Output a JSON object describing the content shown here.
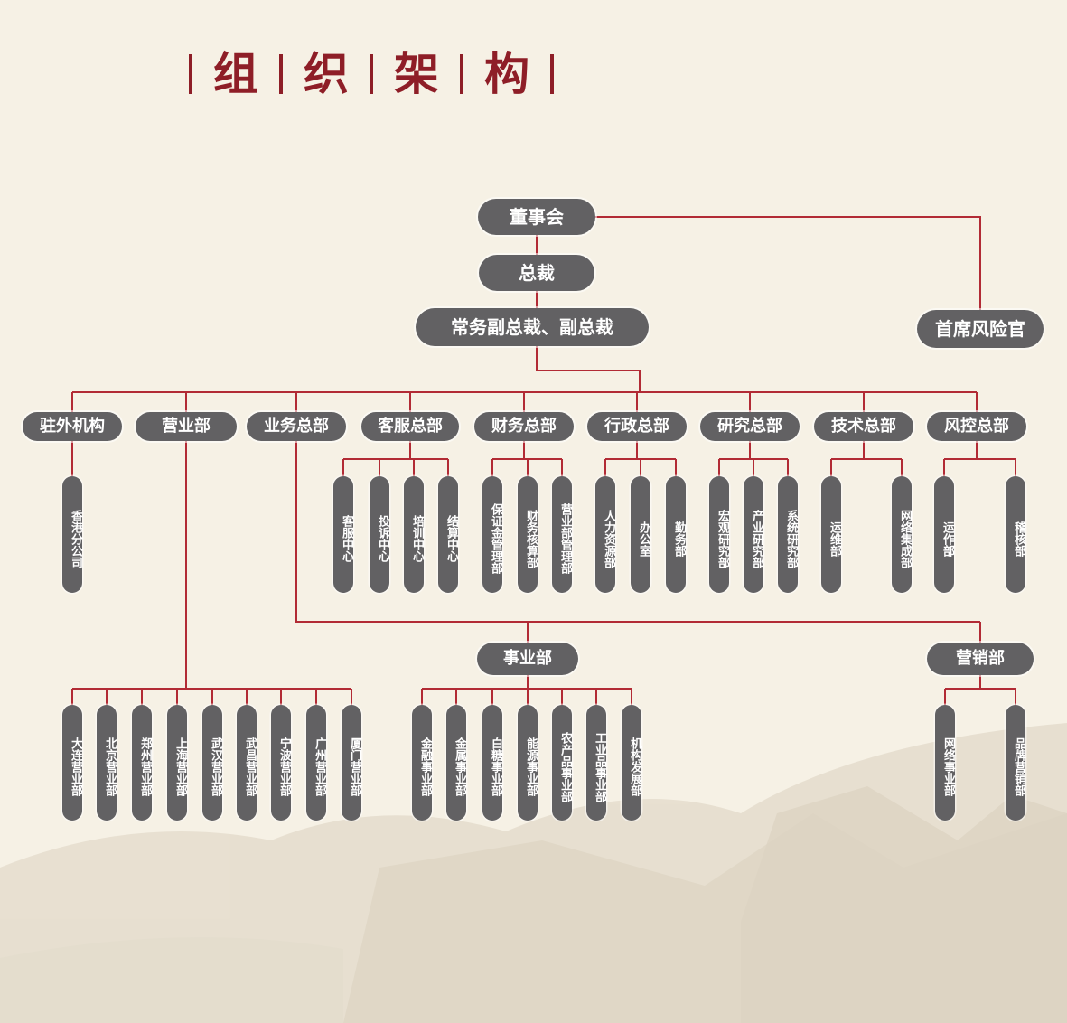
{
  "title": {
    "chars": [
      "组",
      "织",
      "架",
      "构"
    ]
  },
  "top": {
    "board": "董事会",
    "president": "总裁",
    "vp": "常务副总裁、副总裁",
    "cro": "首席风险官"
  },
  "hq": [
    {
      "name": "驻外机构",
      "children": [
        "香港分公司"
      ]
    },
    {
      "name": "营业部",
      "children": []
    },
    {
      "name": "业务总部",
      "children": []
    },
    {
      "name": "客服总部",
      "children": [
        "客服中心",
        "投诉中心",
        "培训中心",
        "结算中心"
      ]
    },
    {
      "name": "财务总部",
      "children": [
        "保证金管理部",
        "财务核算部",
        "营业部管理部"
      ]
    },
    {
      "name": "行政总部",
      "children": [
        "人力资源部",
        "办公室",
        "勤务部"
      ]
    },
    {
      "name": "研究总部",
      "children": [
        "宏观研究部",
        "产业研究部",
        "系统研究部"
      ]
    },
    {
      "name": "技术总部",
      "children": [
        "运维部",
        "网络集成部"
      ]
    },
    {
      "name": "风控总部",
      "children": [
        "运作部",
        "稽核部"
      ]
    }
  ],
  "lower": {
    "shiye": {
      "name": "事业部",
      "children": [
        "金融事业部",
        "金属事业部",
        "白糖事业部",
        "能源事业部",
        "农产品事业部",
        "工业品事业部",
        "机构发展部"
      ]
    },
    "yingxiao": {
      "name": "营销部",
      "children": [
        "网络事业部",
        "品牌营销部"
      ]
    },
    "branches": [
      "大连营业部",
      "北京营业部",
      "郑州营业部",
      "上海营业部",
      "武汉营业部",
      "武昌营业部",
      "宁波营业部",
      "广州营业部",
      "厦门营业部"
    ]
  },
  "colors": {
    "line": "#b22b35",
    "box": "#626163",
    "title": "#8e1e27",
    "background": "#f6f1e5"
  }
}
